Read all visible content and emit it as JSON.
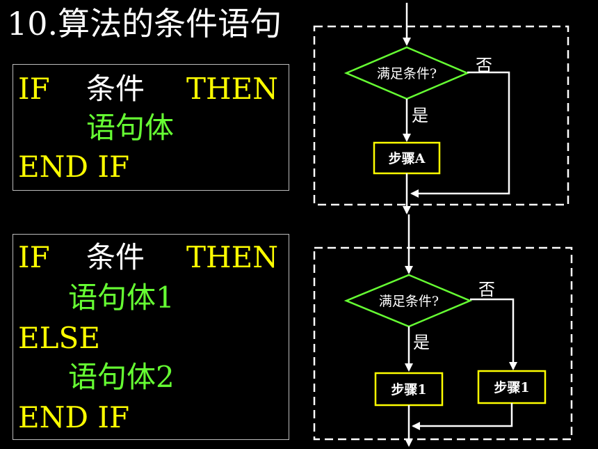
{
  "title": "10.算法的条件语句",
  "code1": {
    "if_kw": "IF",
    "condition": "条件",
    "then_kw": "THEN",
    "body": "语句体",
    "end_kw": "END IF"
  },
  "code2": {
    "if_kw": "IF",
    "condition": "条件",
    "then_kw": "THEN",
    "body1": "语句体1",
    "else_kw": "ELSE",
    "body2": "语句体2",
    "end_kw": "END IF"
  },
  "flow1": {
    "decision": "满足条件?",
    "yes": "是",
    "no": "否",
    "step": "步骤A"
  },
  "flow2": {
    "decision": "满足条件?",
    "yes": "是",
    "no": "否",
    "step_yes": "步骤1",
    "step_no": "步骤1"
  },
  "colors": {
    "keyword": "#ffff00",
    "condition": "#ffffff",
    "body": "#66ff33",
    "diamond_border": "#66ff33",
    "box_border": "#ffff00"
  }
}
